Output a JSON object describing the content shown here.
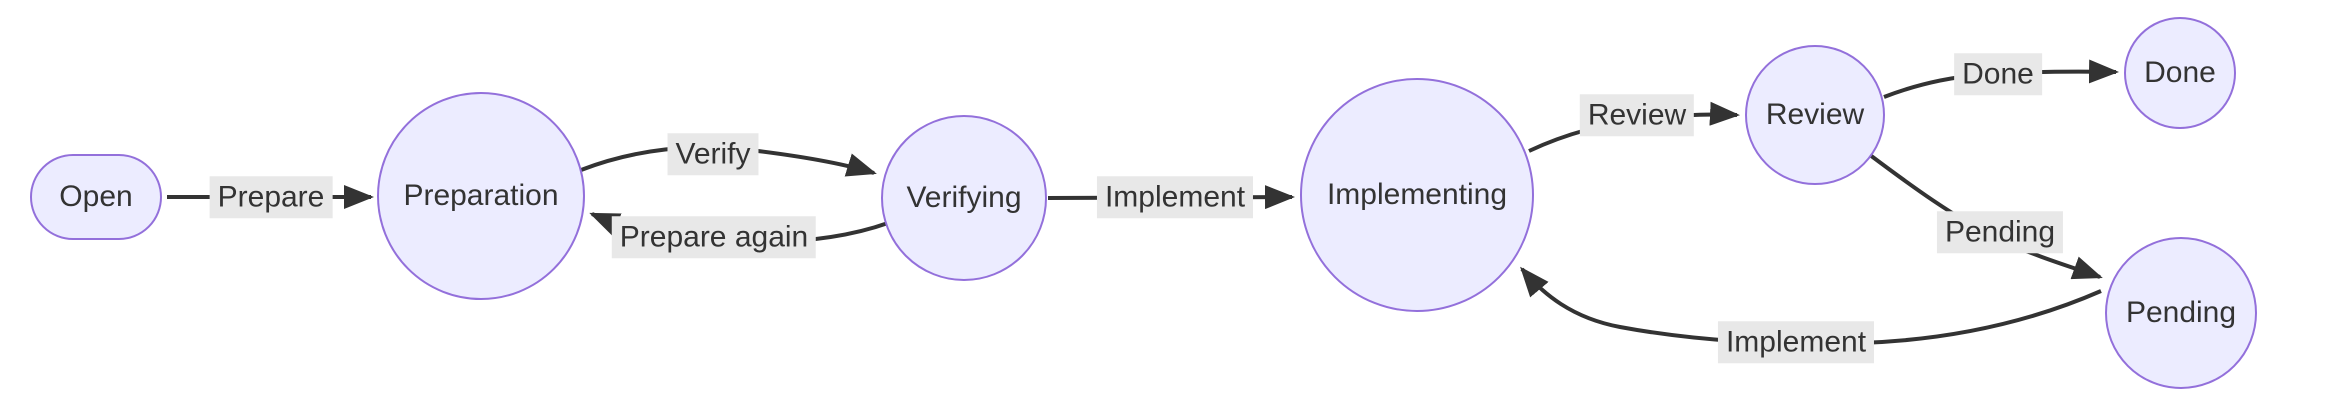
{
  "diagram": {
    "type": "flowchart-state-diagram",
    "colors": {
      "background": "#ffffff",
      "node_fill": "#ECECFF",
      "node_border": "#9370DB",
      "edge": "#333333",
      "label_bg": "#e8e8e8",
      "text": "#333333"
    },
    "nodes": [
      {
        "id": "open",
        "label": "Open",
        "shape": "stadium"
      },
      {
        "id": "preparation",
        "label": "Preparation",
        "shape": "circle"
      },
      {
        "id": "verifying",
        "label": "Verifying",
        "shape": "circle"
      },
      {
        "id": "implementing",
        "label": "Implementing",
        "shape": "circle"
      },
      {
        "id": "review",
        "label": "Review",
        "shape": "circle"
      },
      {
        "id": "done",
        "label": "Done",
        "shape": "circle"
      },
      {
        "id": "pending",
        "label": "Pending",
        "shape": "circle"
      }
    ],
    "edges": [
      {
        "from": "open",
        "to": "preparation",
        "label": "Prepare"
      },
      {
        "from": "preparation",
        "to": "verifying",
        "label": "Verify"
      },
      {
        "from": "verifying",
        "to": "preparation",
        "label": "Prepare again"
      },
      {
        "from": "verifying",
        "to": "implementing",
        "label": "Implement"
      },
      {
        "from": "implementing",
        "to": "review",
        "label": "Review"
      },
      {
        "from": "review",
        "to": "done",
        "label": "Done"
      },
      {
        "from": "review",
        "to": "pending",
        "label": "Pending"
      },
      {
        "from": "pending",
        "to": "implementing",
        "label": "Implement"
      }
    ]
  }
}
